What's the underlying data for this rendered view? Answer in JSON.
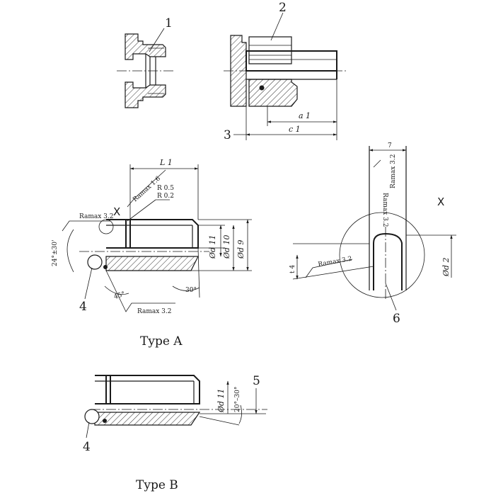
{
  "callouts": {
    "c1": "1",
    "c2": "2",
    "c3": "3",
    "c4a": "4",
    "c4b": "4",
    "c5": "5",
    "c6": "6"
  },
  "dims": {
    "a1": "a 1",
    "c1": "c 1",
    "L1": "L 1",
    "d11": "Ød 11",
    "d10": "Ød 10",
    "d9": "Ød 9",
    "d11b": "Ød 11",
    "d2": "Ød 2",
    "angle_30": "30°",
    "angle_45": "45°",
    "angle_24": "24°±30'",
    "angle_20_30": "20°–30°",
    "t7": "7",
    "t4": "t 4"
  },
  "surface": {
    "r16": "Ramax 1.6",
    "r32a": "Ramax 3.2",
    "r32b": "Ramax 3.2",
    "r32c": "Ramax 3.2",
    "r32d": "Ramax 3.2",
    "r32e": "Ramax 3.2",
    "rad1": "R  0.5",
    "rad2": "R  0.2"
  },
  "detail_mark_a": "X",
  "detail_mark_b": "X",
  "captions": {
    "type_a": "Type A",
    "type_b": "Type B"
  }
}
